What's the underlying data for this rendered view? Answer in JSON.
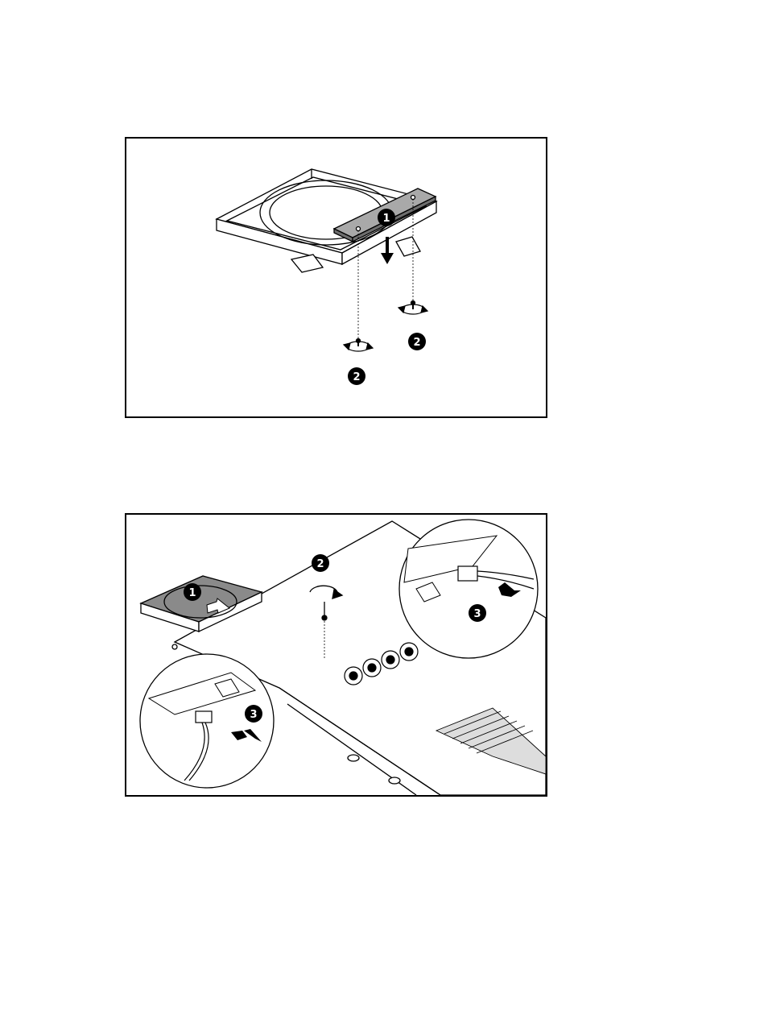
{
  "figures": [
    {
      "callouts": [
        "1",
        "2",
        "2"
      ]
    },
    {
      "callouts": [
        "1",
        "2",
        "3",
        "3"
      ]
    }
  ],
  "colors": {
    "line": "#000000",
    "board_fill": "#a9a9a9",
    "tray_fill": "#ffffff",
    "shade": "#6e6e6e",
    "callout_fill": "#000000"
  },
  "icons": {
    "step_badge": "numbered-circle-icon",
    "arrow": "direction-arrow-icon",
    "rotate": "rotate-screw-icon"
  }
}
